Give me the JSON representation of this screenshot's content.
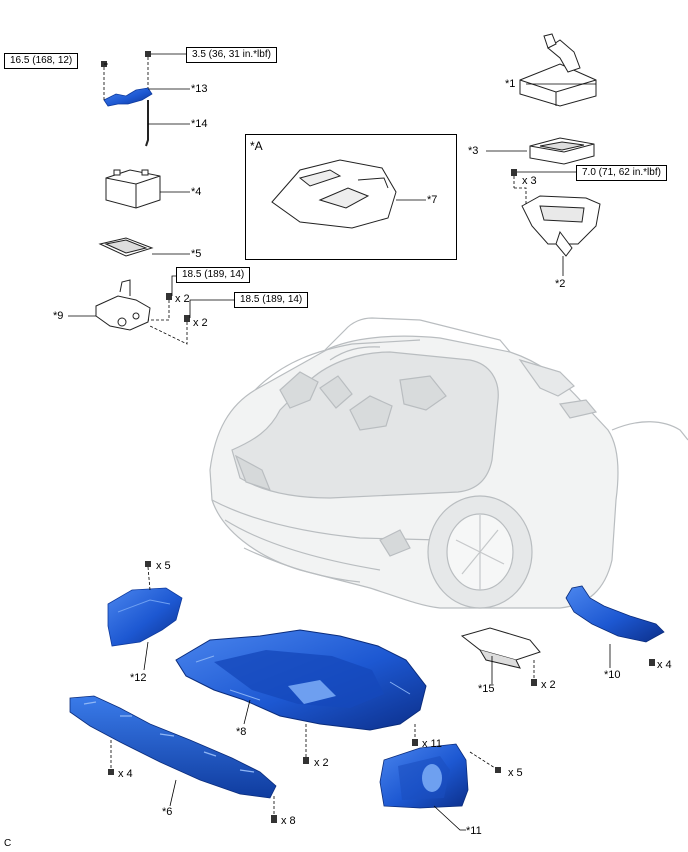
{
  "torque": {
    "t1": "16.5 (168, 12)",
    "t2": "3.5 (36, 31 in.*lbf)",
    "t3": "7.0 (71, 62 in.*lbf)",
    "t4": "18.5 (189, 14)",
    "t5": "18.5 (189, 14)"
  },
  "callouts": {
    "c1": "*1",
    "c2": "*2",
    "c3": "*3",
    "c4": "*4",
    "c5": "*5",
    "c6": "*6",
    "c7": "*7",
    "c8": "*8",
    "c9": "*9",
    "c10": "*10",
    "c11": "*11",
    "c12": "*12",
    "c13": "*13",
    "c14": "*14",
    "c15": "*15"
  },
  "frame_label": "*A",
  "quantities": {
    "q_x3": "x 3",
    "q_x2a": "x 2",
    "q_x2b": "x 2",
    "q_x5a": "x 5",
    "q_x4a": "x 4",
    "q_x2c": "x 2",
    "q_x11": "x 11",
    "q_x5b": "x 5",
    "q_x4b": "x 4",
    "q_x2d": "x 2",
    "q_x8": "x 8"
  },
  "corner_code": "C",
  "colors": {
    "blue_part": "#1f5fd6",
    "blue_dark": "#0e3a9e",
    "line": "#000000",
    "car_gray": "#c9ccce"
  }
}
